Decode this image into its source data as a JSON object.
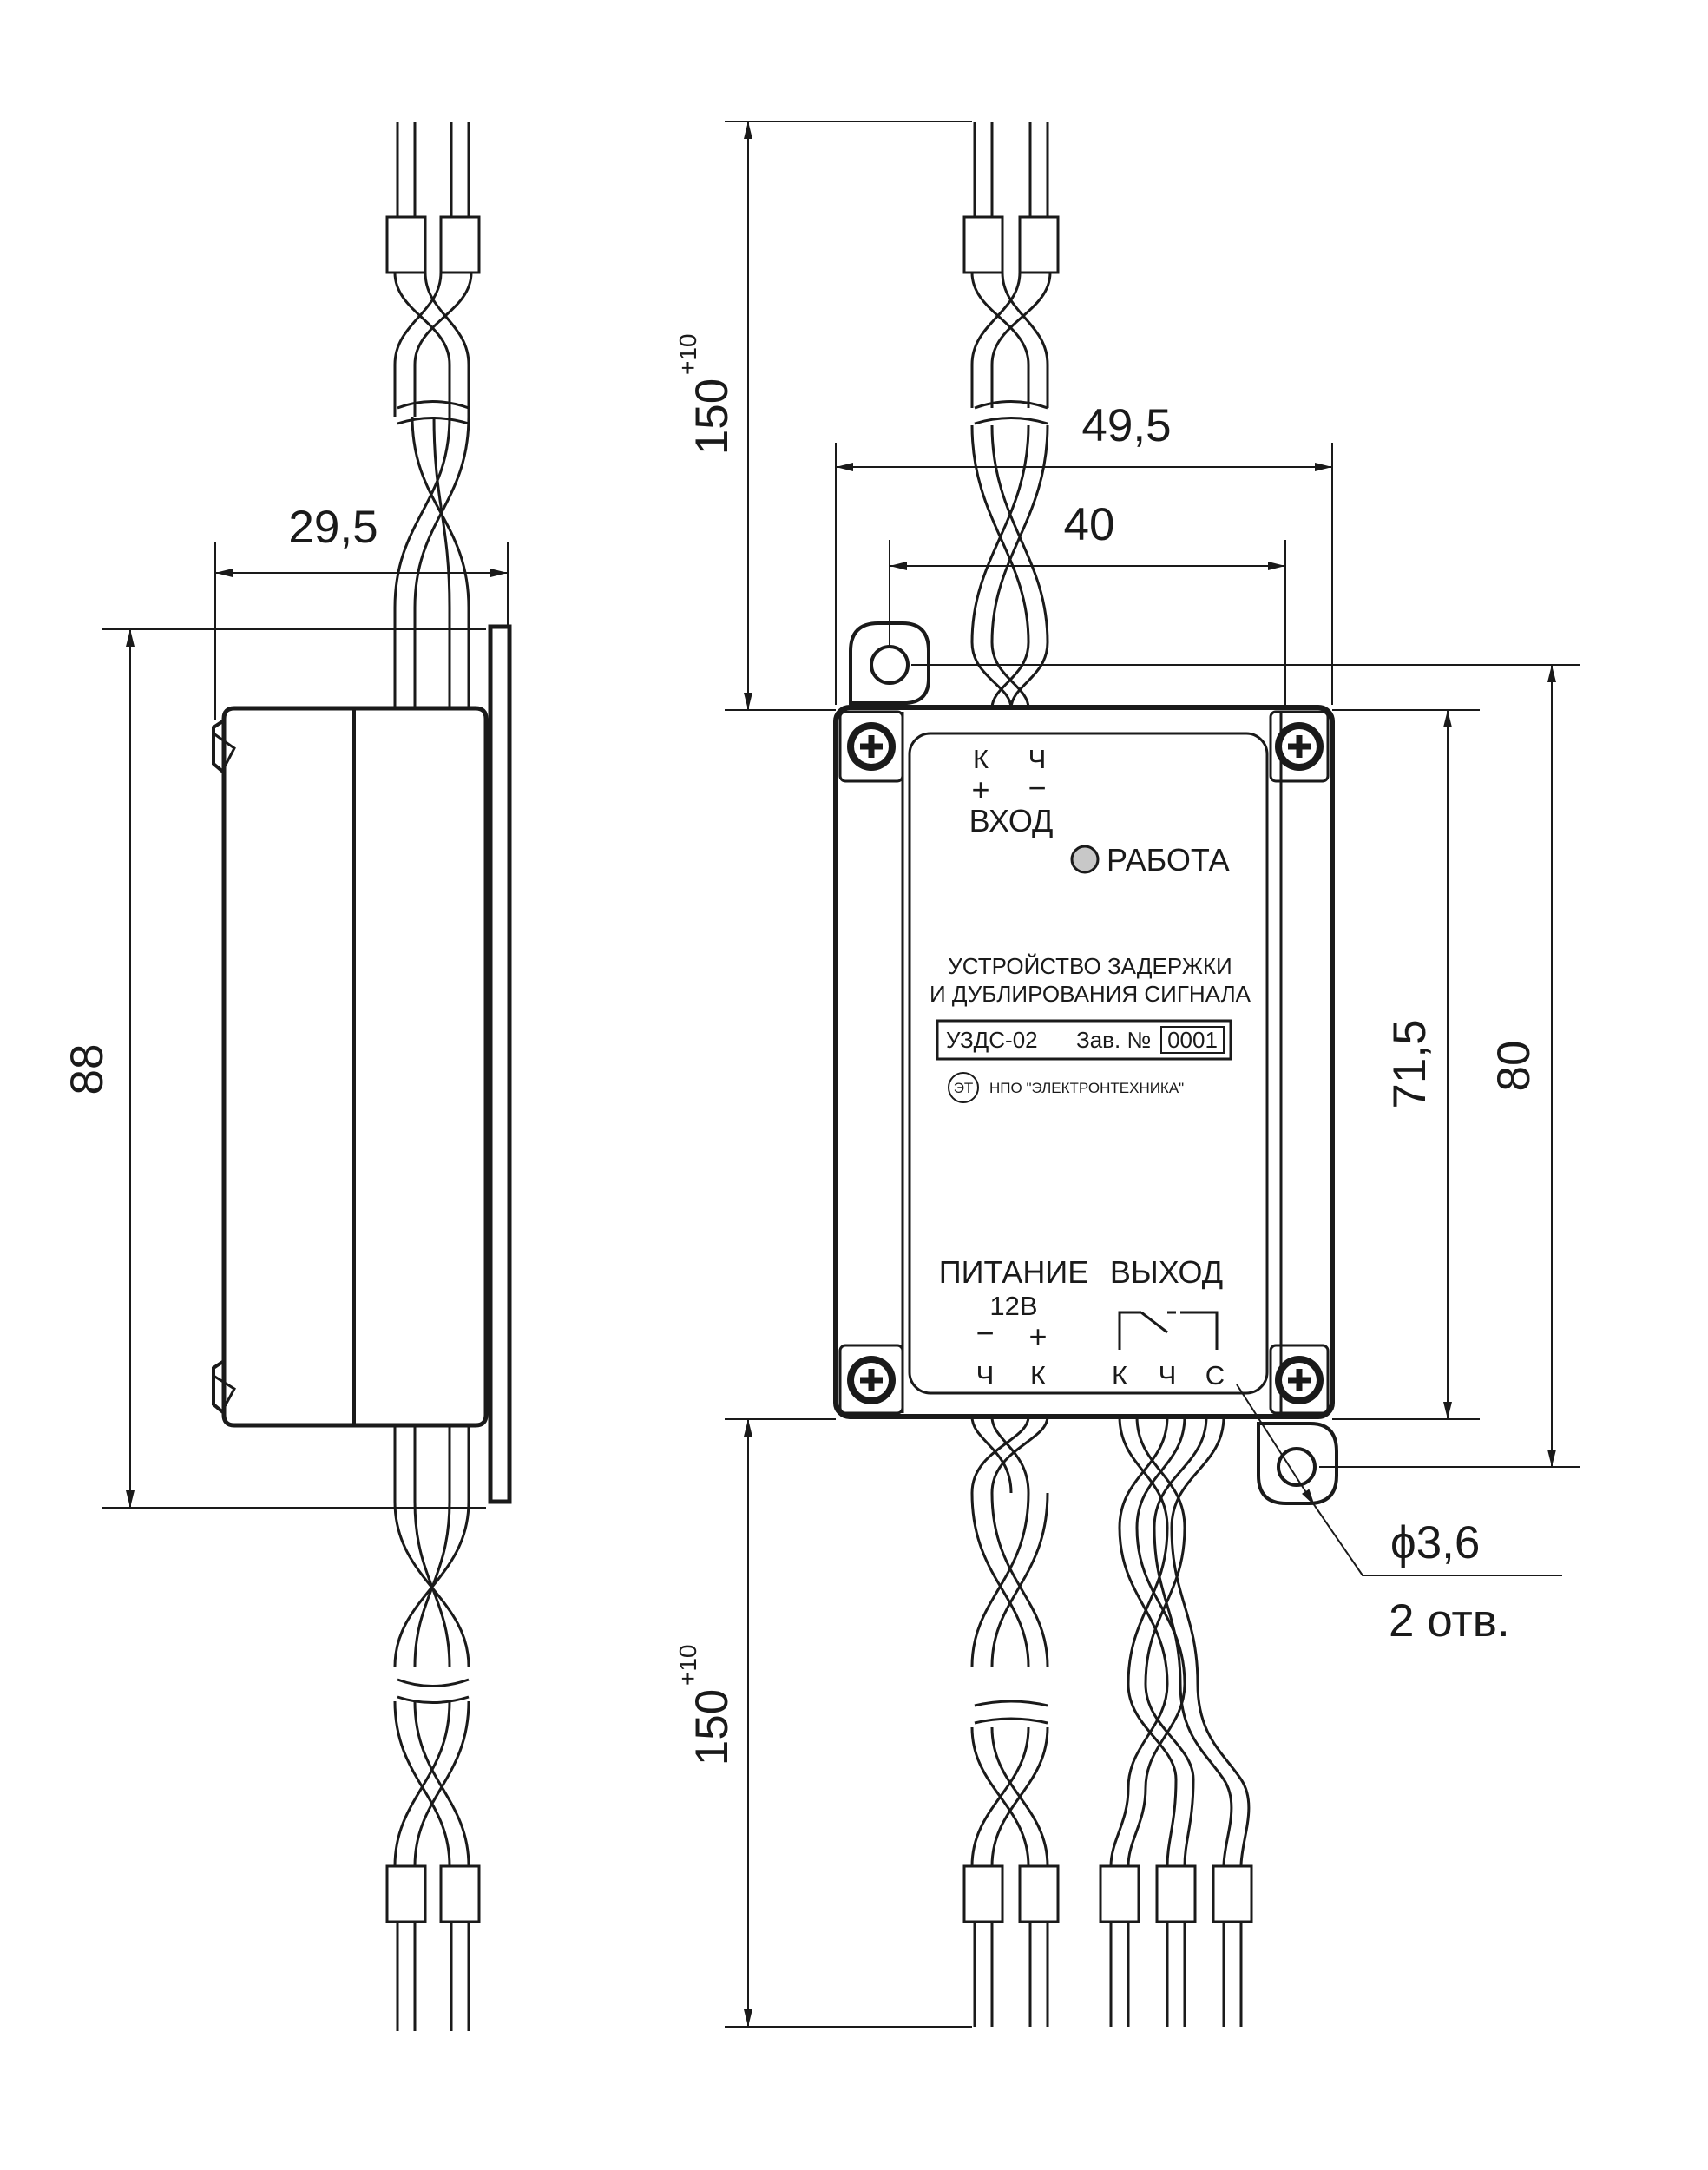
{
  "dimensions": {
    "side_width": "29,5",
    "side_height": "88",
    "top_lead_length": "150",
    "top_lead_tolerance": "+10",
    "bottom_lead_length": "150",
    "bottom_lead_tolerance": "+10",
    "overall_width": "49,5",
    "mount_hole_spacing": "40",
    "body_height": "71,5",
    "mount_height": "80",
    "hole_diameter": "3,6",
    "hole_count": "2 отв."
  },
  "front_panel": {
    "input_terminal_k": "К",
    "input_terminal_ch": "Ч",
    "input_plus": "+",
    "input_minus": "−",
    "input_label": "ВХОД",
    "status_led_label": "РАБОТА",
    "title_line1": "УСТРОЙСТВО ЗАДЕРЖКИ",
    "title_line2": "И ДУБЛИРОВАНИЯ СИГНАЛА",
    "model": "УЗДС-02",
    "serial_label": "Зав. №",
    "serial_number": "0001",
    "maker_logo_text": "ЭТ",
    "maker": "НПО \"ЭЛЕКТРОНТЕХНИКА\"",
    "power_label": "ПИТАНИЕ",
    "power_voltage": "12В",
    "power_minus": "−",
    "power_plus": "+",
    "power_terminal_ch": "Ч",
    "power_terminal_k": "К",
    "output_label": "ВЫХОД",
    "output_terminal_k": "К",
    "output_terminal_ch": "Ч",
    "output_terminal_c": "С"
  },
  "colors": {
    "line": "#1a1a1a",
    "led_fill": "#c8c8c8"
  }
}
